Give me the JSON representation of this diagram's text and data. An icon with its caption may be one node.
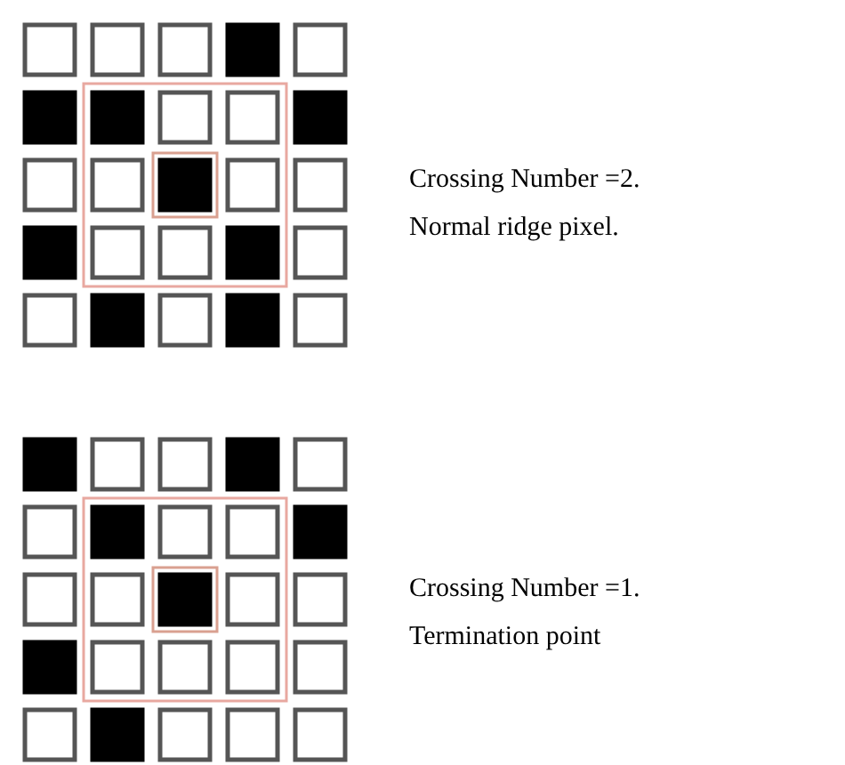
{
  "diagram": {
    "labels": [
      "Crossing Number =2.",
      "Normal ridge pixel.",
      "Crossing Number =1.",
      "Termination point"
    ]
  }
}
